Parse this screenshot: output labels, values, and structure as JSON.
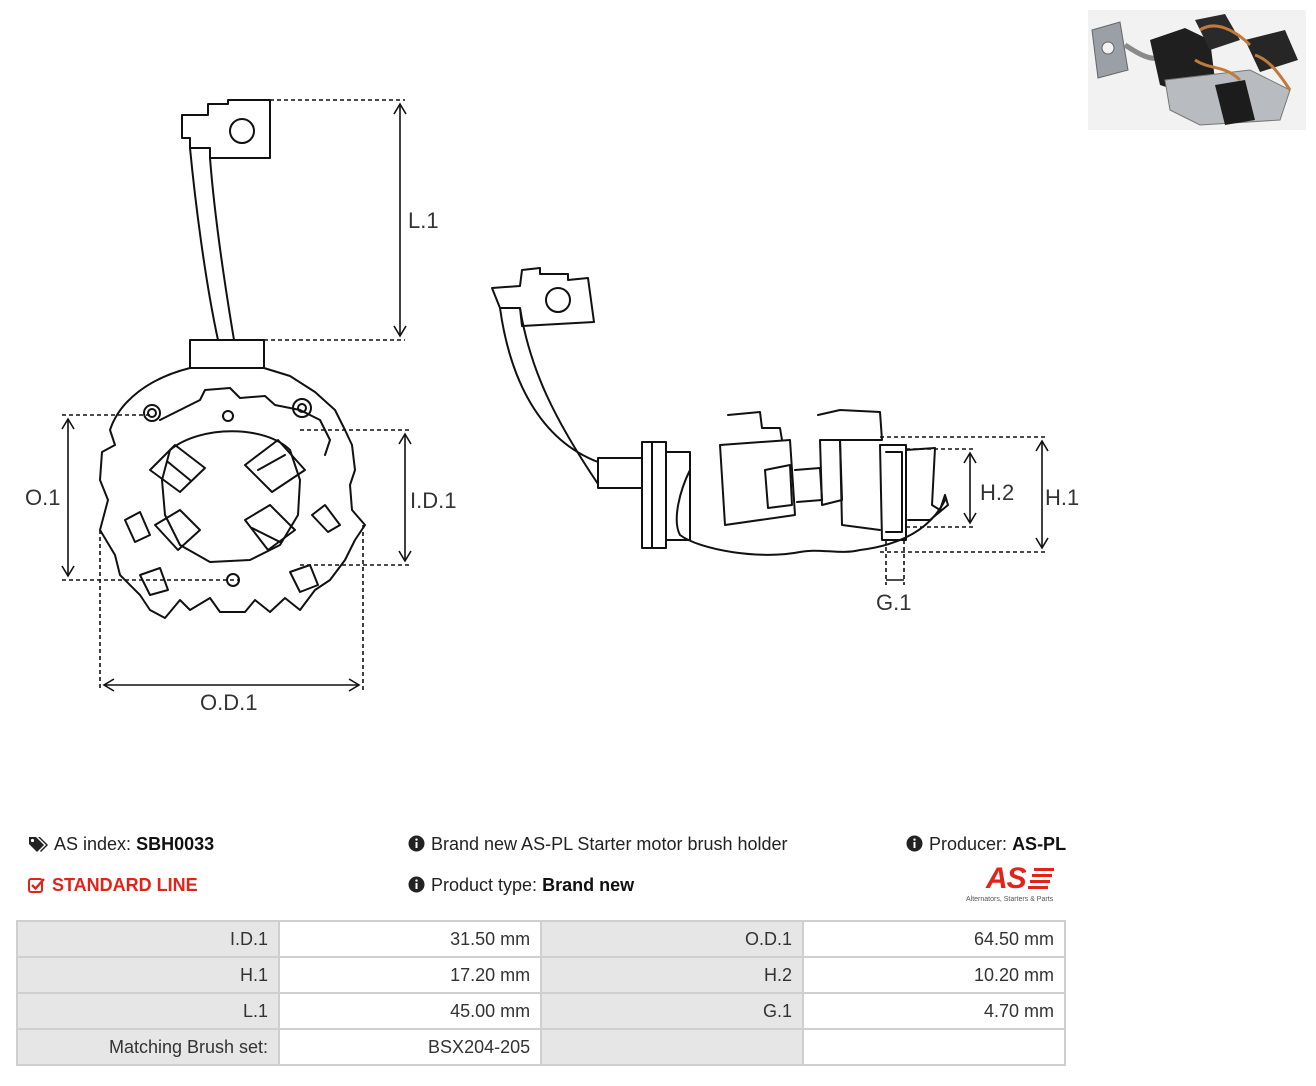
{
  "drawing": {
    "labels": {
      "l1": "L.1",
      "o1": "O.1",
      "id1": "I.D.1",
      "od1": "O.D.1",
      "h2": "H.2",
      "h1": "H.1",
      "g1": "G.1"
    }
  },
  "info": {
    "as_index_label": "AS index:",
    "as_index_value": "SBH0033",
    "line": "STANDARD LINE",
    "description": "Brand new AS-PL Starter motor brush holder",
    "product_type_label": "Product type:",
    "product_type_value": "Brand new",
    "producer_label": "Producer:",
    "producer_value": "AS-PL",
    "logo_text": "AS",
    "logo_tagline": "Alternators, Starters & Parts"
  },
  "specs": {
    "rows": [
      [
        "I.D.1",
        "31.50 mm",
        "O.D.1",
        "64.50 mm"
      ],
      [
        "H.1",
        "17.20 mm",
        "H.2",
        "10.20 mm"
      ],
      [
        "L.1",
        "45.00 mm",
        "G.1",
        "4.70 mm"
      ],
      [
        "Matching Brush set:",
        "BSX204-205",
        "",
        ""
      ]
    ]
  },
  "colors": {
    "accent": "#e2231a",
    "table_key_bg": "#e6e6e6",
    "table_border": "#cfcfcf"
  }
}
